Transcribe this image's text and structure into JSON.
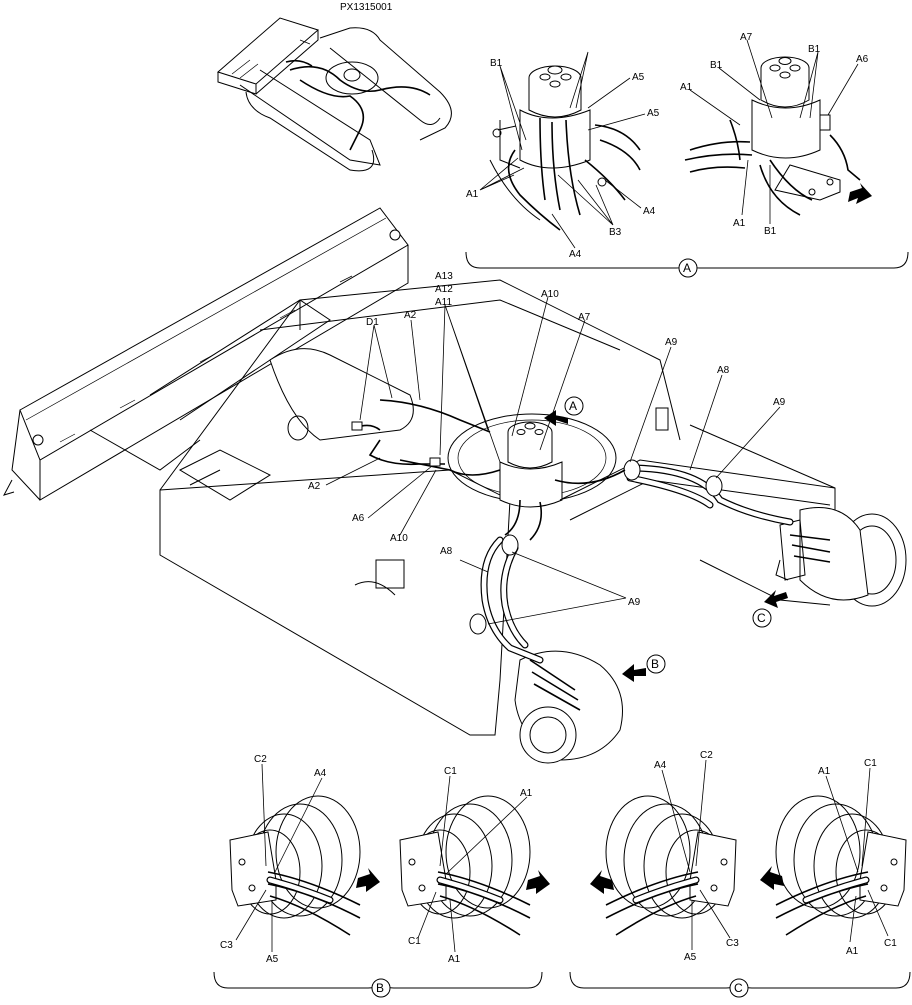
{
  "figure_id": "PX1315001",
  "detail_markers": {
    "A": "A",
    "B": "B",
    "C": "C"
  },
  "detail_A": {
    "left_view": [
      "B1",
      "A5",
      "A5",
      "A1",
      "A4",
      "B3",
      "A4"
    ],
    "right_view": [
      "A7",
      "B1",
      "B1",
      "A6",
      "A1",
      "A1",
      "B1"
    ]
  },
  "main_view": [
    "A13",
    "A12",
    "A11",
    "A10",
    "A7",
    "D1",
    "A2",
    "A9",
    "A8",
    "A9",
    "A2",
    "A6",
    "A10",
    "A8",
    "A9"
  ],
  "detail_B": {
    "view1": [
      "C2",
      "A4",
      "C3",
      "A5"
    ],
    "view2": [
      "C1",
      "A1",
      "C1",
      "A1"
    ]
  },
  "detail_C": {
    "view1": [
      "A4",
      "C2",
      "A5",
      "C3"
    ],
    "view2": [
      "A1",
      "C1",
      "A1",
      "C1"
    ]
  }
}
